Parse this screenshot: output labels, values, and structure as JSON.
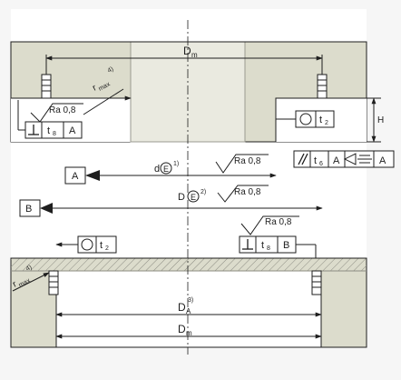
{
  "colors": {
    "background": "#f6f6f6",
    "canvas": "#ffffff",
    "housing_fill": "#dcdccc",
    "bore_fill": "#eaeae0",
    "line": "#1e1e1e",
    "hatch": "#8c8c82"
  },
  "labels": {
    "dm_top": "D",
    "dm_top_sub": "m",
    "fmax_top": "r",
    "fmax_top_sub": "max",
    "fmax_top_sup": "4)",
    "ra_left": "Ra 0,8",
    "perp_left_t": "t",
    "perp_left_sub": "8",
    "perp_left_datum": "A",
    "circ_right_t": "t",
    "circ_right_sub": "2",
    "h_label": "H",
    "datum_a": "A",
    "d_prefix": "d",
    "d_env": "E",
    "d_sup": "1)",
    "ra_d": "Ra 0,8",
    "par_t": "t",
    "par_sub": "6",
    "par_datum": "A",
    "sym_datum": "A",
    "datum_b": "B",
    "D_prefix": "D",
    "D_env": "E",
    "D_sup": "2)",
    "ra_D": "Ra 0,8",
    "ra_bottom": "Ra 0,8",
    "circ_left_t": "t",
    "circ_left_sub": "2",
    "perp_bottom_t": "t",
    "perp_bottom_sub": "8",
    "perp_bottom_datum": "B",
    "fmax_bottom": "r",
    "fmax_bottom_sub": "max",
    "fmax_bottom_sup": "4)",
    "da_label": "D",
    "da_sub": "A",
    "da_sup": "3)",
    "dm_bottom": "D",
    "dm_bottom_sub": "m"
  }
}
